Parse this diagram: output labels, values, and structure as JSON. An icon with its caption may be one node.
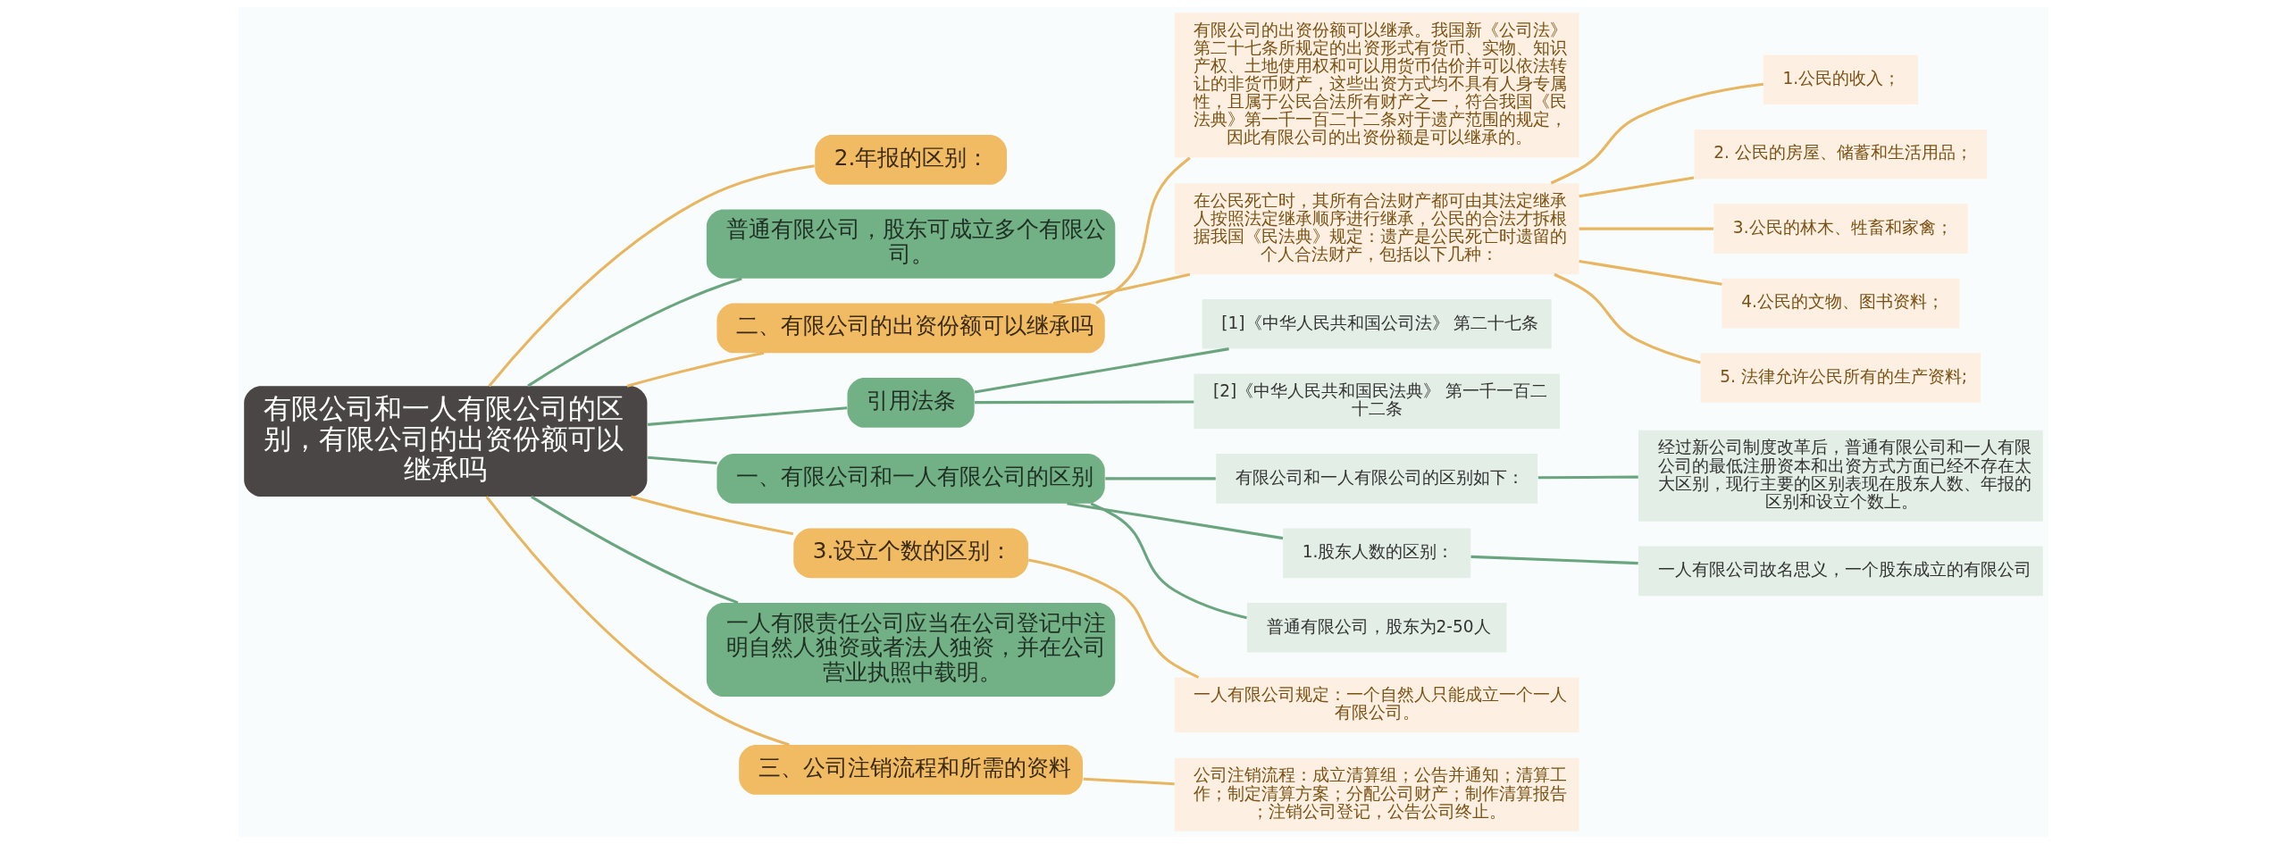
{
  "diagram": {
    "nodes": [
      {
        "text": [
          "有限公司和一人有限公司的区别，有限公司的出资份额可以继承吗"
        ]
      },
      {
        "text": [
          "2.年报的区别："
        ]
      },
      {
        "text": [
          "普通有限公司，股东可成立多个有限公司。"
        ]
      },
      {
        "text": [
          "二、有限公司的出资份额可以继承吗"
        ]
      },
      {
        "text": [
          "有限公司的出资份额可以继承。我国新《公司法》第二十七条所规定的出资形式有货币、实物、知识产权、土地使用权和可以用货币估价并可以依法转让的非货币财产，这些出资方式均不具有人身专属性，且属于公民合法所有财产之一，符合我国《民法典》第一千一百二十二条对于遗产范围的规定，因此有限公司的出资份额是可以继承的。"
        ]
      },
      {
        "text": [
          "在公民死亡时，其所有合法财产都可由其法定继承人按照法定继承顺序进行继承，公民的合法才拆根据我国《民法典》规定：遗产是公民死亡时遗留的个人合法财产，包括以下几种："
        ]
      },
      {
        "text": [
          "1.公民的收入；"
        ]
      },
      {
        "text": [
          "2. 公民的房屋、储蓄和生活用品；"
        ]
      },
      {
        "text": [
          "3.公民的林木、牲畜和家禽；"
        ]
      },
      {
        "text": [
          "4.公民的文物、图书资料；"
        ]
      },
      {
        "text": [
          "5. 法律允许公民所有的生产资料;"
        ]
      },
      {
        "text": [
          "引用法条"
        ]
      },
      {
        "text": [
          "[1]《中华人民共和国公司法》 第二十七条"
        ]
      },
      {
        "text": [
          "[2]《中华人民共和国民法典》 第一千一百二十二条"
        ]
      },
      {
        "text": [
          "一、有限公司和一人有限公司的区别"
        ]
      },
      {
        "text": [
          "有限公司和一人有限公司的区别如下："
        ]
      },
      {
        "text": [
          "经过新公司制度改革后，普通有限公司和一人有限公司的最低注册资本和出资方式方面已经不存在太大区别，现行主要的区别表现在股东人数、年报的区别和设立个数上。"
        ]
      },
      {
        "text": [
          "1.股东人数的区别："
        ]
      },
      {
        "text": [
          "一人有限公司故名思义，一个股东成立的有限公司"
        ]
      },
      {
        "text": [
          "普通有限公司，股东为2-50人"
        ]
      },
      {
        "text": [
          "3.设立个数的区别："
        ]
      },
      {
        "text": [
          "一人有限公司规定：一个自然人只能成立一个一人有限公司。"
        ]
      },
      {
        "text": [
          "一人有限责任公司应当在公司登记中注明自然人独资或者法人独资，并在公司营业执照中载明。"
        ]
      },
      {
        "text": [
          "三、公司注销流程和所需的资料"
        ]
      },
      {
        "text": [
          "公司注销流程：成立清算组；公告并通知；清算工作；制定清算方案；分配公司财产；制作清算报告；注销公司登记，公告公司终止。"
        ]
      }
    ],
    "edges": [
      {
        "from": 0,
        "to": 1,
        "arrow": "none"
      },
      {
        "from": 0,
        "to": 2,
        "arrow": "none",
        "color": "#6aa57f"
      },
      {
        "from": 0,
        "to": 3,
        "arrow": "none"
      },
      {
        "from": 3,
        "to": 4,
        "arrow": "none"
      },
      {
        "from": 3,
        "to": 5,
        "arrow": "none"
      },
      {
        "from": 5,
        "to": 6,
        "arrow": "none"
      },
      {
        "from": 5,
        "to": 7,
        "arrow": "none"
      },
      {
        "from": 5,
        "to": 8,
        "arrow": "none"
      },
      {
        "from": 5,
        "to": 9,
        "arrow": "none"
      },
      {
        "from": 5,
        "to": 10,
        "arrow": "none"
      },
      {
        "from": 0,
        "to": 11,
        "arrow": "none",
        "color": "#6aa57f"
      },
      {
        "from": 11,
        "to": 12,
        "arrow": "none",
        "color": "#6aa57f"
      },
      {
        "from": 11,
        "to": 13,
        "arrow": "none",
        "color": "#6aa57f"
      },
      {
        "from": 0,
        "to": 14,
        "arrow": "none",
        "color": "#6aa57f"
      },
      {
        "from": 14,
        "to": 15,
        "arrow": "none",
        "color": "#6aa57f"
      },
      {
        "from": 15,
        "to": 16,
        "arrow": "none",
        "color": "#6aa57f"
      },
      {
        "from": 14,
        "to": 17,
        "arrow": "none",
        "color": "#6aa57f"
      },
      {
        "from": 17,
        "to": 18,
        "arrow": "none",
        "color": "#6aa57f"
      },
      {
        "from": 14,
        "to": 19,
        "arrow": "none",
        "color": "#6aa57f"
      },
      {
        "from": 0,
        "to": 20,
        "arrow": "none"
      },
      {
        "from": 20,
        "to": 21,
        "arrow": "none"
      },
      {
        "from": 0,
        "to": 22,
        "arrow": "none",
        "color": "#6aa57f"
      },
      {
        "from": 0,
        "to": 23,
        "arrow": "none"
      },
      {
        "from": 23,
        "to": 24,
        "arrow": "none"
      }
    ]
  }
}
